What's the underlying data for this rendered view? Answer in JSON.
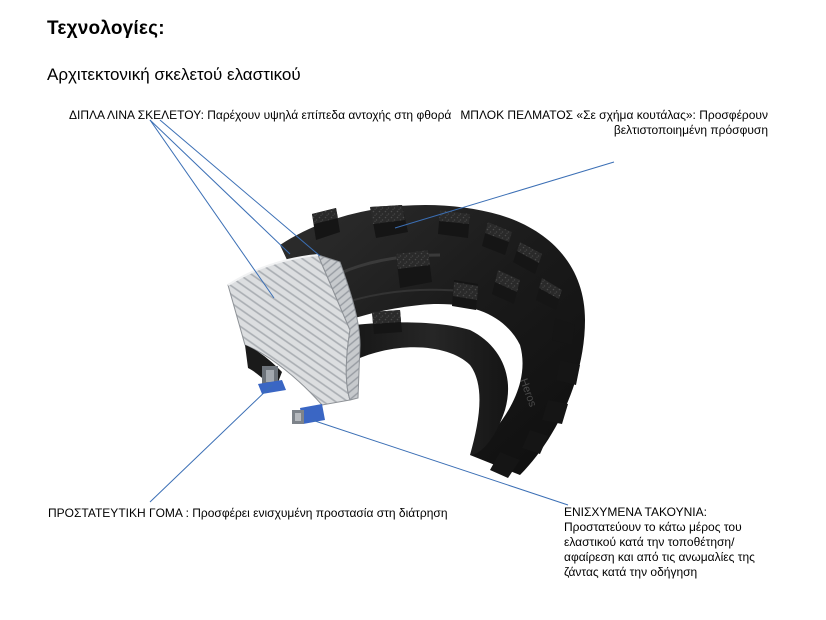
{
  "heading": "Τεχνολογίες:",
  "subheading": "Αρχιτεκτονική σκελετού ελαστικού",
  "callouts": {
    "carcass_ply": "ΔΙΠΛΑ ΛΙΝΑ ΣΚΕΛΕΤΟΥ: Παρέχουν υψηλά επίπεδα αντοχής στη φθορά",
    "tread_blocks": "ΜΠΛΟΚ ΠΕΛΜΑΤΟΣ «Σε σχήμα κουτάλας»: Προσφέρουν βελτιστοποιημένη πρόσφυση",
    "protective_rubber": "ΠΡΟΣΤΑΤΕΥΤΙΚΗ ΓΟΜΑ : Προσφέρει ενισχυμένη προστασία στη διάτρηση",
    "reinforced_heels": "ΕΝΙΣΧΥΜΕΝΑ ΤΑΚΟΥΝΙΑ:\nΠροστατεύουν το κάτω μέρος του ελαστικού κατά την τοποθέτηση/αφαίρεση και από τις ανωμαλίες της ζάντας κατά την οδήγηση"
  },
  "colors": {
    "leader_line": "#3b6fb5",
    "tire_rubber": "#1c1c1c",
    "carcass_fabric": "#d8dadc",
    "bead_protector": "#3a66c4"
  },
  "illustration": "motocross-tire-cutaway"
}
